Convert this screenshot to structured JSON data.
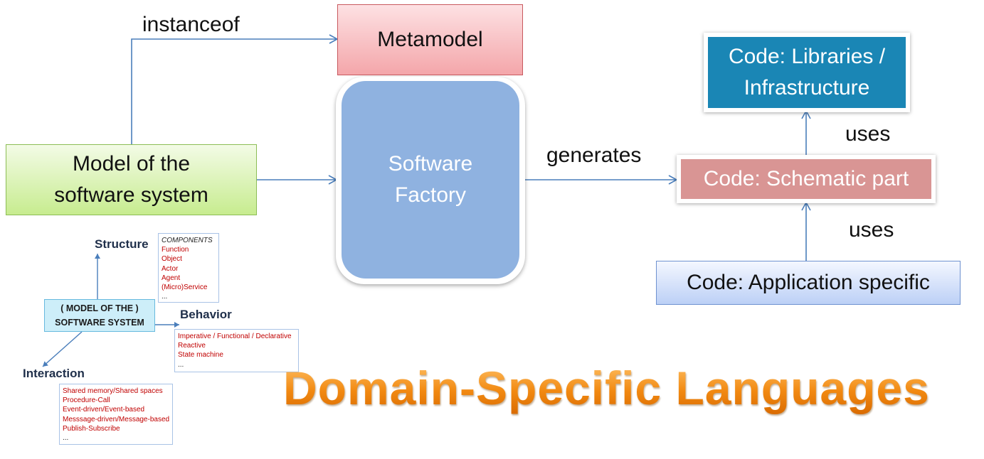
{
  "labels": {
    "instanceof": "instanceof",
    "generates": "generates",
    "uses_top": "uses",
    "uses_bottom": "uses"
  },
  "boxes": {
    "metamodel": "Metamodel",
    "factory_line1": "Software",
    "factory_line2": "Factory",
    "model_line1": "Model of the",
    "model_line2": "software system",
    "libs_line1": "Code: Libraries /",
    "libs_line2": "Infrastructure",
    "schematic": "Code: Schematic part",
    "application": "Code: Application specific"
  },
  "mini_diagram": {
    "center_line1": "( MODEL OF THE )",
    "center_line2": "SOFTWARE SYSTEM",
    "structure": {
      "title": "Structure",
      "header": "COMPONENTS",
      "items": [
        "Function",
        "Object",
        "Actor",
        "Agent",
        "(Micro)Service"
      ],
      "ellipsis": "..."
    },
    "behavior": {
      "title": "Behavior",
      "items": [
        "Imperative / Functional / Declarative",
        "Reactive",
        "State machine"
      ],
      "ellipsis": "..."
    },
    "interaction": {
      "title": "Interaction",
      "items": [
        "Shared memory/Shared spaces",
        "Procedure-Call",
        "Event-driven/Event-based",
        "Messsage-driven/Message-based",
        "Publish-Subscribe"
      ],
      "ellipsis": "..."
    }
  },
  "title": "Domain-Specific Languages",
  "colors": {
    "metamodel": "#f4a6aa",
    "factory": "#8fb2e0",
    "model": "#c7ec8f",
    "libraries": "#1a86b5",
    "schematic": "#d99594",
    "application": "#bcd0f6",
    "arrow": "#4a7ebb",
    "title_orange": "#f28a12"
  }
}
